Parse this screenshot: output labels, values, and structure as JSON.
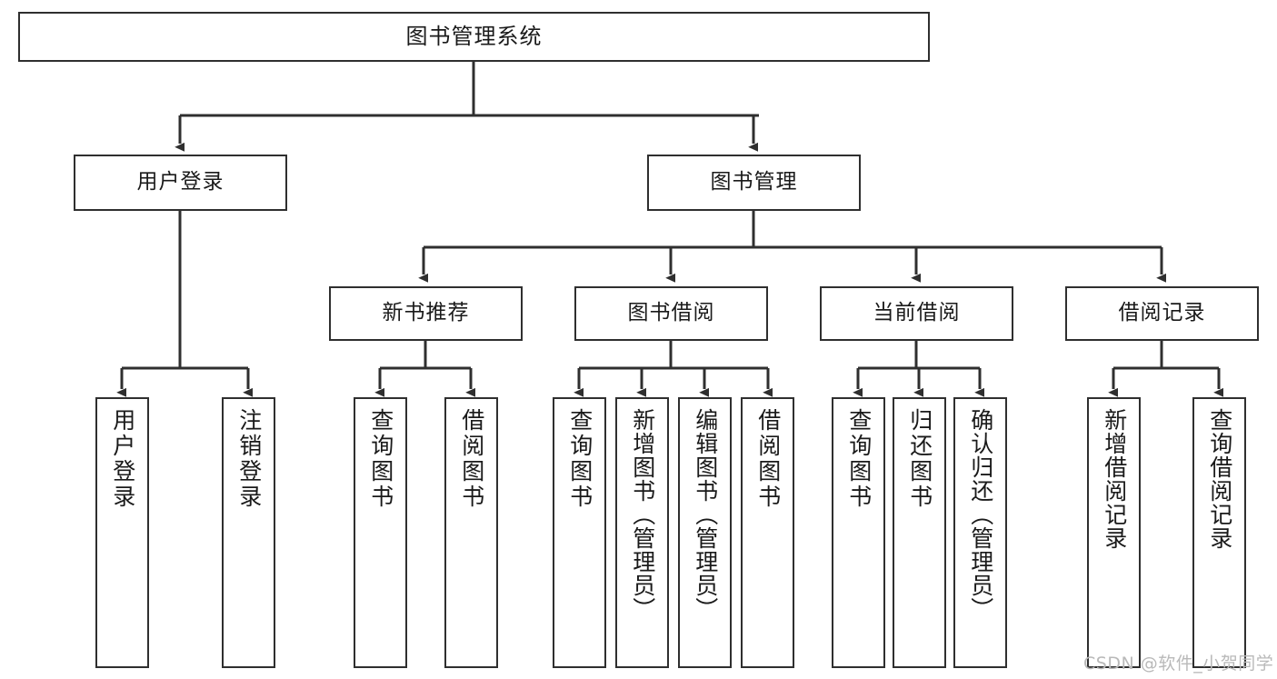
{
  "diagram": {
    "title": "图书管理系统",
    "type": "tree-hierarchy",
    "root": {
      "id": "root",
      "label": "图书管理系统"
    },
    "level2": [
      {
        "id": "user-login",
        "label": "用户登录"
      },
      {
        "id": "book-management",
        "label": "图书管理"
      }
    ],
    "level3": [
      {
        "id": "new-book-recommend",
        "label": "新书推荐"
      },
      {
        "id": "book-borrow",
        "label": "图书借阅"
      },
      {
        "id": "current-borrow",
        "label": "当前借阅"
      },
      {
        "id": "borrow-record",
        "label": "借阅记录"
      }
    ],
    "leaves": {
      "user_login": [
        {
          "id": "leaf-user-login",
          "label": "用户登录"
        },
        {
          "id": "leaf-logout-login",
          "label": "注销登录"
        }
      ],
      "new_book_recommend": [
        {
          "id": "leaf-query-book-1",
          "label": "查询图书"
        },
        {
          "id": "leaf-borrow-book-1",
          "label": "借阅图书"
        }
      ],
      "book_borrow": [
        {
          "id": "leaf-query-book-2",
          "label": "查询图书"
        },
        {
          "id": "leaf-add-book",
          "label": "新增图书（管理员）"
        },
        {
          "id": "leaf-edit-book",
          "label": "编辑图书（管理员）"
        },
        {
          "id": "leaf-borrow-book-2",
          "label": "借阅图书"
        }
      ],
      "current_borrow": [
        {
          "id": "leaf-query-book-3",
          "label": "查询图书"
        },
        {
          "id": "leaf-return-book",
          "label": "归还图书"
        },
        {
          "id": "leaf-confirm-return",
          "label": "确认归还（管理员）"
        }
      ],
      "borrow_record": [
        {
          "id": "leaf-add-record",
          "label": "新增借阅记录"
        },
        {
          "id": "leaf-query-record",
          "label": "查询借阅记录"
        }
      ]
    }
  },
  "watermark": {
    "text": "CSDN @软件_小贺同学"
  },
  "colors": {
    "box_border": "#2f2f2f",
    "box_fill": "#ffffff",
    "connector": "#2f2f2f",
    "text": "#1a1a1a",
    "watermark": "#b9b9b9",
    "background": "#ffffff"
  }
}
